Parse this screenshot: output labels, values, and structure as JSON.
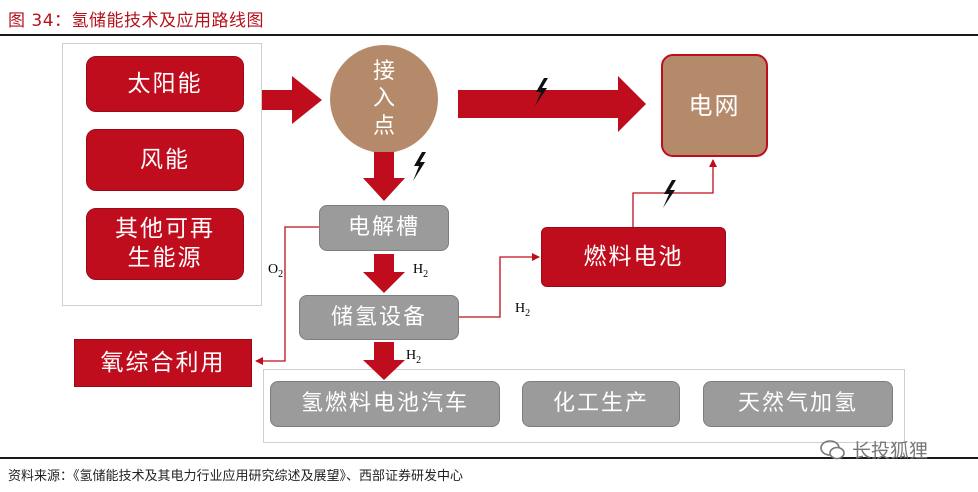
{
  "title": "图 34：氢储能技术及应用路线图",
  "sources": {
    "solar": "太阳能",
    "wind": "风能",
    "other_renewable": [
      "其他可再",
      "生能源"
    ]
  },
  "access_point": [
    "接",
    "入",
    "点"
  ],
  "grid": "电网",
  "electrolyzer": "电解槽",
  "storage": "储氢设备",
  "fuel_cell": "燃料电池",
  "oxygen_use": "氧综合利用",
  "applications": {
    "fcv": "氢燃料电池汽车",
    "chemical": "化工生产",
    "natural_gas": "天然气加氢"
  },
  "labels": {
    "o2": "O",
    "o2_sub": "2",
    "h2": "H",
    "h2_sub": "2"
  },
  "footer": "资料来源：《氢储能技术及其电力行业应用研究综述及展望》、西部证券研发中心",
  "watermark": "长投狐狸",
  "colors": {
    "red": "#c00d1e",
    "grey": "#9b9b9b",
    "brown": "#b48a6a"
  },
  "icons": [
    "lightning-icon",
    "wechat-icon"
  ]
}
